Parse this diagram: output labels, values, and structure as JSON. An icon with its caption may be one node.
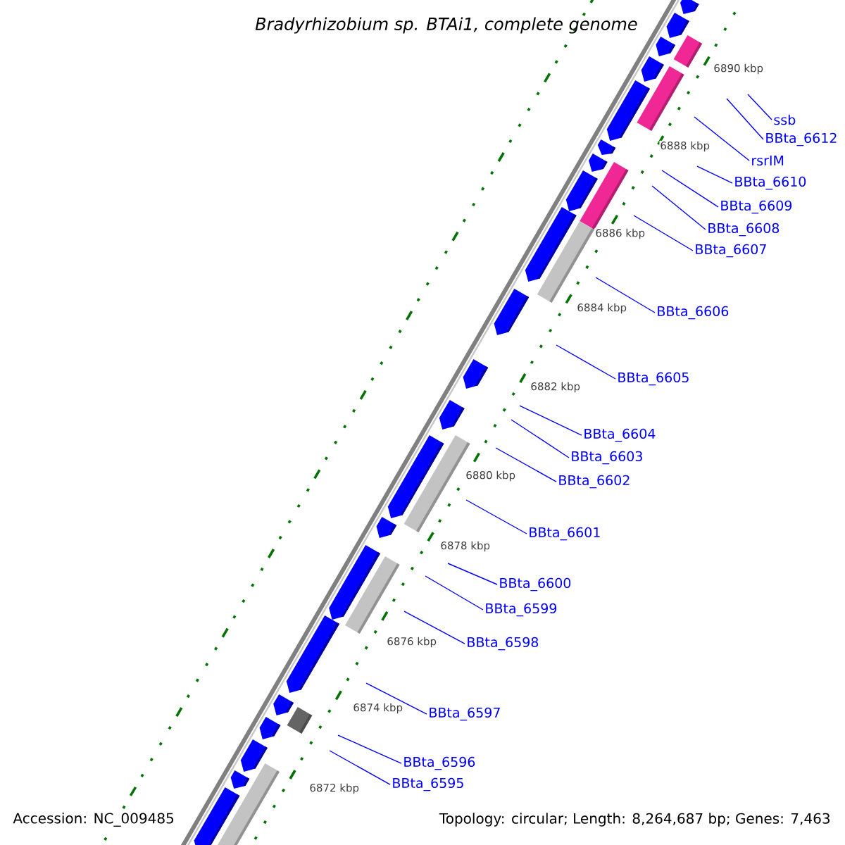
{
  "diagram": {
    "title": "*Bradyrhizobium* *sp.* *BTAi1, complete genome*",
    "nodes": [
      {
        "text": [
          "ssb"
        ]
      },
      {
        "text": [
          "BBta_6612"
        ]
      },
      {
        "text": [
          "rsrIM"
        ]
      },
      {
        "text": [
          "BBta_6610"
        ]
      },
      {
        "text": [
          "BBta_6609"
        ]
      },
      {
        "text": [
          "BBta_6608"
        ]
      },
      {
        "text": [
          "BBta_6607"
        ]
      },
      {
        "text": [
          "BBta_6606"
        ]
      },
      {
        "text": [
          "BBta_6605"
        ]
      },
      {
        "text": [
          "BBta_6604"
        ]
      },
      {
        "text": [
          "BBta_6603"
        ]
      },
      {
        "text": [
          "BBta_6602"
        ]
      },
      {
        "text": [
          "BBta_6601"
        ]
      },
      {
        "text": [
          "BBta_6600"
        ]
      },
      {
        "text": [
          "BBta_6599"
        ]
      },
      {
        "text": [
          "BBta_6598"
        ]
      },
      {
        "text": [
          "BBta_6597"
        ]
      },
      {
        "text": [
          "BBta_6596"
        ]
      },
      {
        "text": [
          "BBta_6595"
        ]
      }
    ],
    "edges": [
      {
        "from": 0,
        "to": null,
        "arrow": "none"
      },
      {
        "from": 1,
        "to": null,
        "arrow": "none"
      },
      {
        "from": 2,
        "to": null,
        "arrow": "none"
      },
      {
        "from": 3,
        "to": null,
        "arrow": "none"
      },
      {
        "from": 4,
        "to": null,
        "arrow": "none"
      },
      {
        "from": 5,
        "to": null,
        "arrow": "none"
      },
      {
        "from": 6,
        "to": null,
        "arrow": "none"
      },
      {
        "from": 7,
        "to": null,
        "arrow": "none"
      },
      {
        "from": 8,
        "to": null,
        "arrow": "none"
      },
      {
        "from": 9,
        "to": null,
        "arrow": "none"
      },
      {
        "from": 10,
        "to": null,
        "arrow": "none"
      },
      {
        "from": 11,
        "to": null,
        "arrow": "none"
      },
      {
        "from": 12,
        "to": null,
        "arrow": "none"
      },
      {
        "from": 13,
        "to": null,
        "arrow": "none"
      },
      {
        "from": 14,
        "to": null,
        "arrow": "none"
      },
      {
        "from": 15,
        "to": null,
        "arrow": "none"
      },
      {
        "from": 16,
        "to": null,
        "arrow": "none"
      },
      {
        "from": 17,
        "to": null,
        "arrow": "none"
      },
      {
        "from": 18,
        "to": null,
        "arrow": "none"
      }
    ],
    "labels": [
      "6890 kbp",
      "6888 kbp",
      "6886 kbp",
      "6884 kbp",
      "6882 kbp",
      "6880 kbp",
      "6878 kbp",
      "6876 kbp",
      "6874 kbp",
      "6872 kbp",
      "Accession: NC_009485",
      "Topology: circular; Length: 8,264,687 bp; Genes: 7,463"
    ]
  }
}
